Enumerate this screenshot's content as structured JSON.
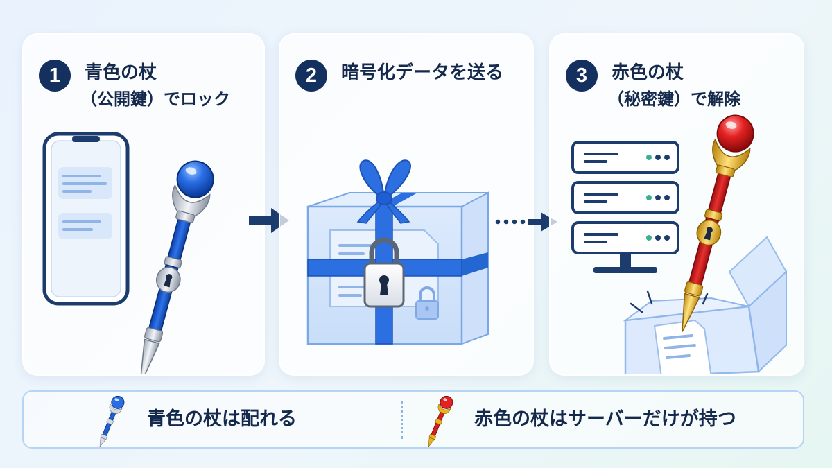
{
  "steps": [
    {
      "number": "1",
      "title_line1": "青色の杖",
      "title_line2": "（公開鍵）でロック"
    },
    {
      "number": "2",
      "title_line1": "暗号化データを送る",
      "title_line2": ""
    },
    {
      "number": "3",
      "title_line1": "赤色の杖",
      "title_line2": "（秘密鍵）で解除"
    }
  ],
  "legend": {
    "blue_text": "青色の杖は配れる",
    "red_text": "赤色の杖はサーバーだけが持つ"
  },
  "colors": {
    "navy": "#14305e",
    "blue_staff": "#1f5fd6",
    "red_staff": "#d51f1f",
    "gold": "#e9b31a",
    "ribbon": "#2b6fe0"
  },
  "icons": [
    "smartphone-icon",
    "blue-staff-icon",
    "gift-box-icon",
    "padlock-icon",
    "server-icon",
    "red-staff-icon",
    "open-box-icon",
    "document-icon",
    "arrow-right-icon"
  ]
}
